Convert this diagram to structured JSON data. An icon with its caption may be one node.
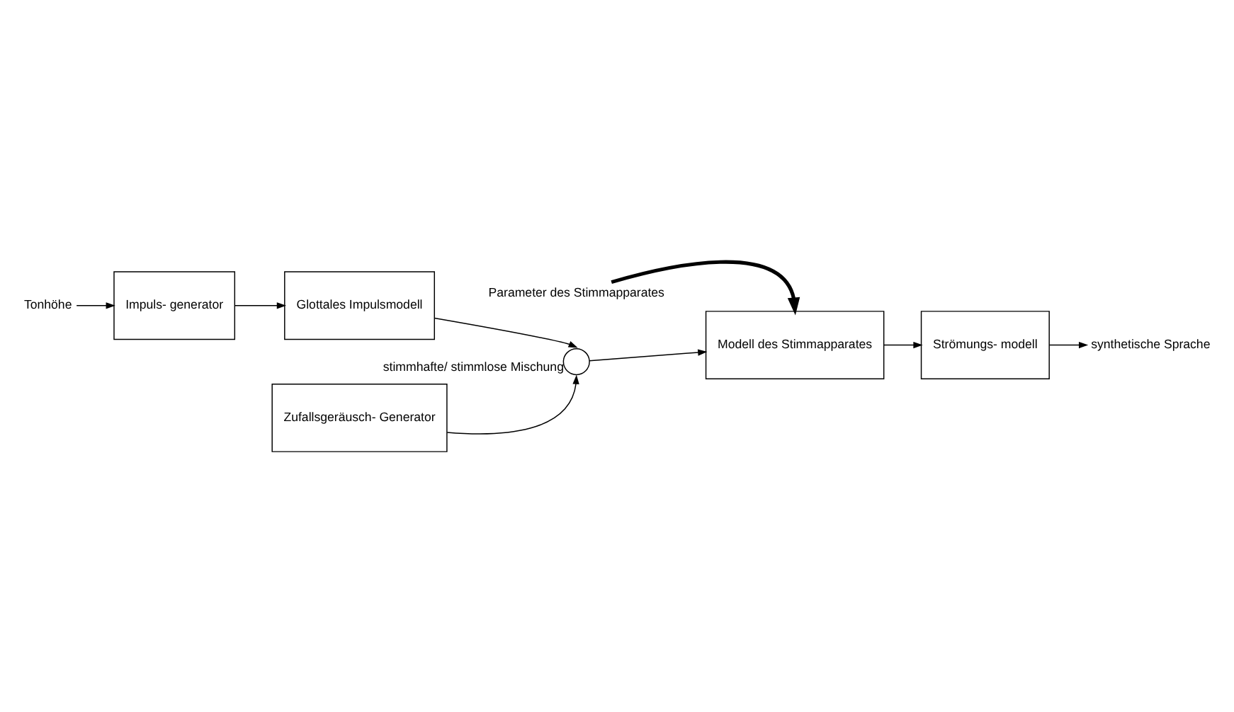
{
  "diagram": {
    "nodes": [
      {
        "text": [
          "Tonhöhe"
        ]
      },
      {
        "text": [
          "Impuls- generator"
        ]
      },
      {
        "text": [
          "Glottales Impulsmodell"
        ]
      },
      {
        "text": [],
        "shape": "circle",
        "beside": [
          "stimmhafte/ stimmlose Mischung"
        ]
      },
      {
        "text": [
          "Parameter des Stimmapparates"
        ]
      },
      {
        "text": [
          "Modell des Stimmapparates"
        ]
      },
      {
        "text": [
          "Strömungs- modell"
        ]
      },
      {
        "text": [
          "synthetische Sprache"
        ]
      },
      {
        "text": [
          "Zufallsgeräusch- Generator"
        ]
      }
    ],
    "edges": [
      {
        "from": 0,
        "to": 1,
        "arrow": "to"
      },
      {
        "from": 1,
        "to": 2,
        "arrow": "to"
      },
      {
        "from": 2,
        "to": 3,
        "arrow": "to"
      },
      {
        "from": 8,
        "to": 3,
        "arrow": "to"
      },
      {
        "from": 3,
        "to": 5,
        "arrow": "to"
      },
      {
        "from": 4,
        "to": 5,
        "arrow": "to",
        "style": "thick"
      },
      {
        "from": 5,
        "to": 6,
        "arrow": "to"
      },
      {
        "from": 6,
        "to": 7,
        "arrow": "to"
      }
    ]
  }
}
